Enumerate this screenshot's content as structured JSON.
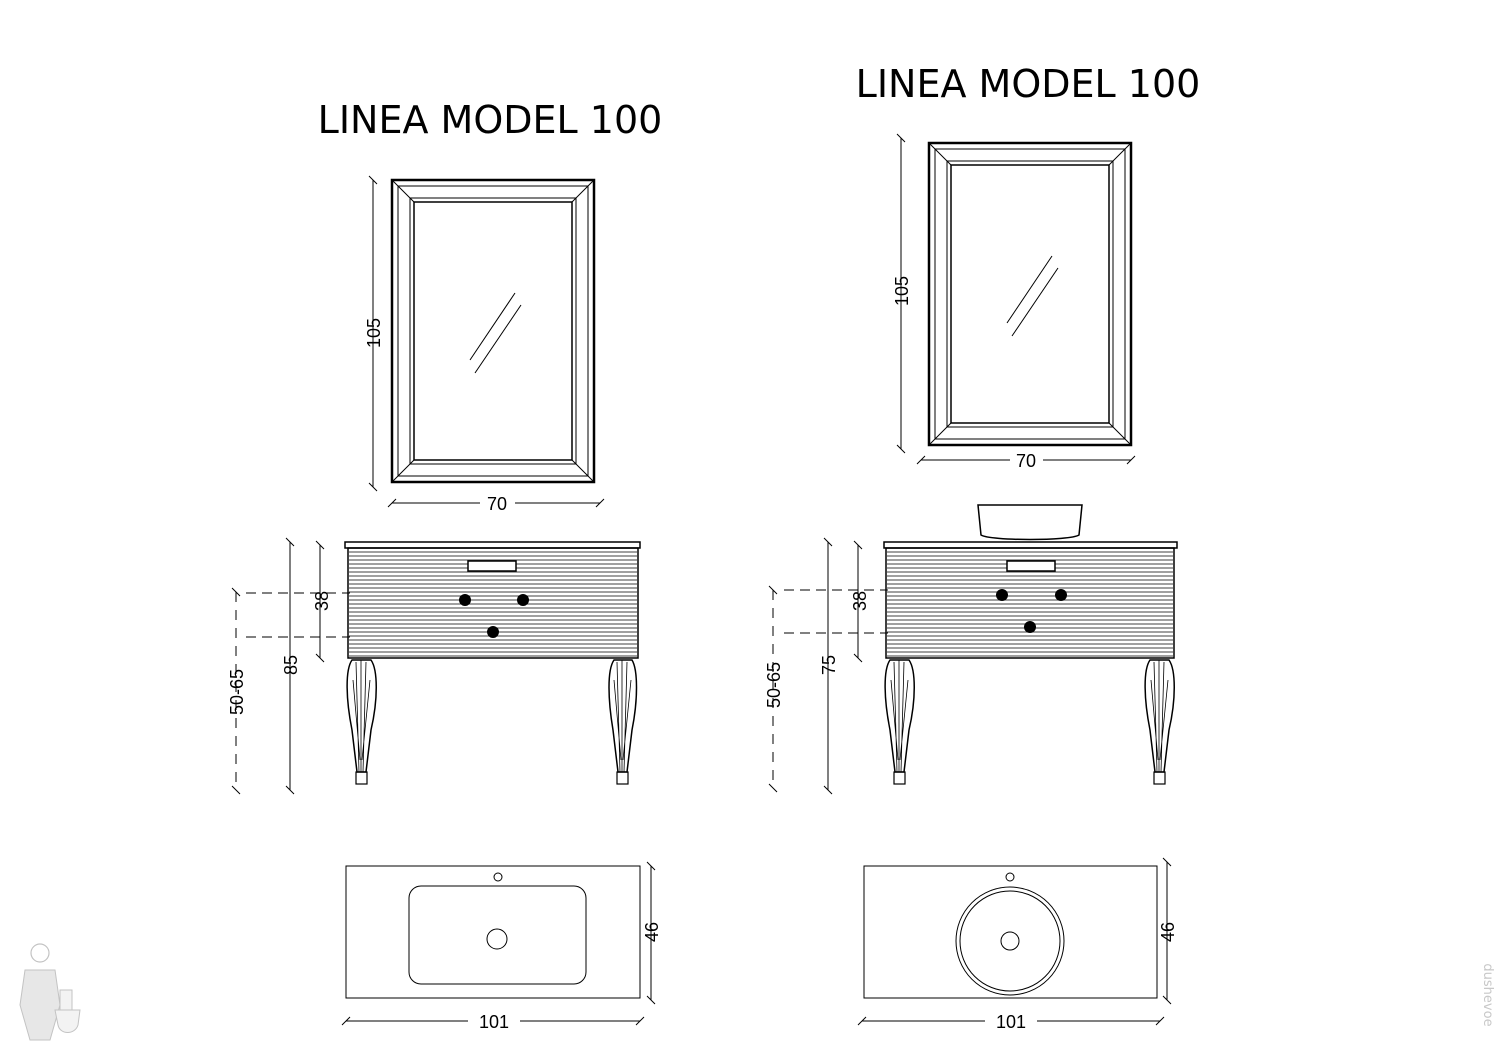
{
  "left": {
    "title": "LINEA MODEL 100",
    "mirror": {
      "height": "105",
      "width": "70"
    },
    "cabinet": {
      "dim_38": "38",
      "dim_total": "85",
      "dim_range": "50-65"
    },
    "top": {
      "depth": "46",
      "width": "101"
    }
  },
  "right": {
    "title": "LINEA MODEL 100",
    "mirror": {
      "height": "105",
      "width": "70"
    },
    "cabinet": {
      "dim_38": "38",
      "dim_total": "75",
      "dim_range": "50-65"
    },
    "top": {
      "depth": "46",
      "width": "101"
    }
  },
  "watermark": "dushevoe"
}
